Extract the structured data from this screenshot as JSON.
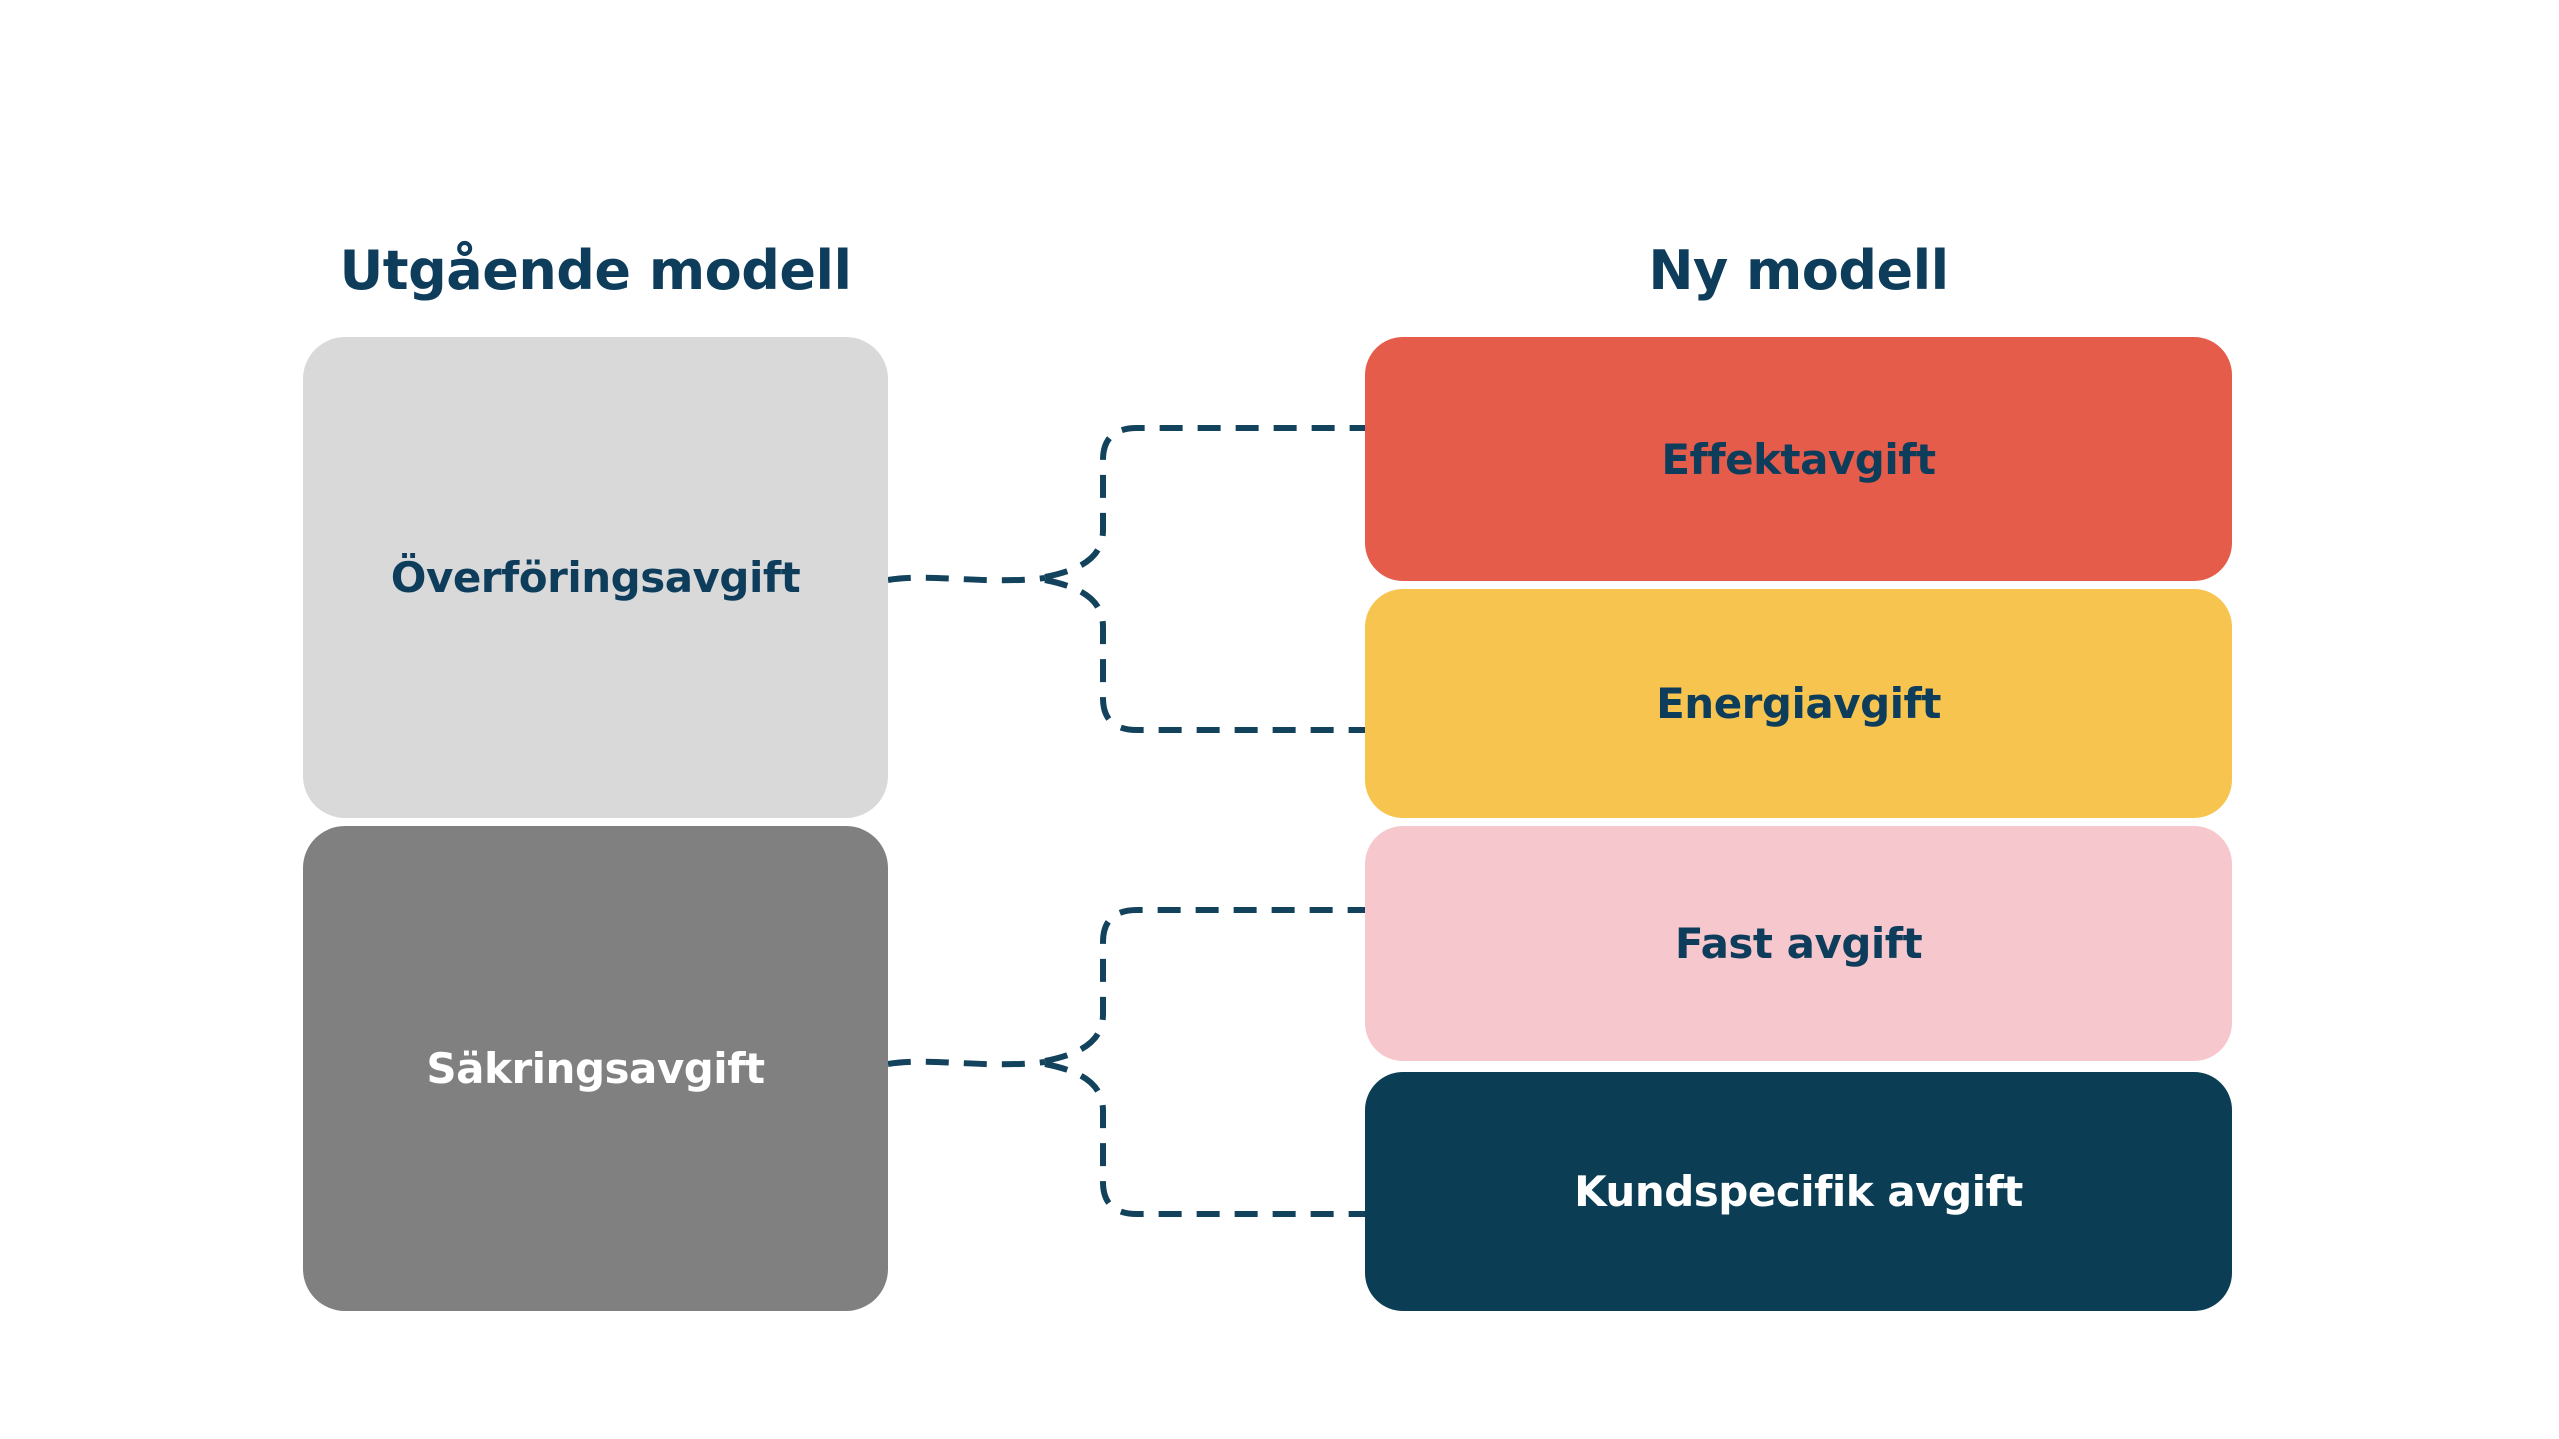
{
  "page": {
    "background": "#FFFFFF"
  },
  "diagram": {
    "line_color": "#12425C",
    "old_model": {
      "heading": "Utgående modell",
      "heading_color": "#0E3D5C",
      "boxes": [
        {
          "label": "Överföringsavgift",
          "bg": "#D9D9D9",
          "fg": "#0E3D5C"
        },
        {
          "label": "Säkringsavgift",
          "bg": "#808080",
          "fg": "#FFFFFF"
        }
      ]
    },
    "new_model": {
      "heading": "Ny modell",
      "heading_color": "#0E3D5C",
      "boxes": [
        {
          "label": "Effektavgift",
          "bg": "#E65C4A",
          "fg": "#0E3D5C"
        },
        {
          "label": "Energiavgift",
          "bg": "#F8C450",
          "fg": "#0E3D5C"
        },
        {
          "label": "Fast avgift",
          "bg": "#F6C8CD",
          "fg": "#0E3D5C"
        },
        {
          "label": "Kundspecifik avgift",
          "bg": "#0B3D54",
          "fg": "#FFFFFF"
        }
      ]
    },
    "mappings": [
      {
        "from": "Överföringsavgift",
        "to": [
          "Effektavgift",
          "Energiavgift"
        ]
      },
      {
        "from": "Säkringsavgift",
        "to": [
          "Fast avgift",
          "Kundspecifik avgift"
        ]
      }
    ]
  }
}
